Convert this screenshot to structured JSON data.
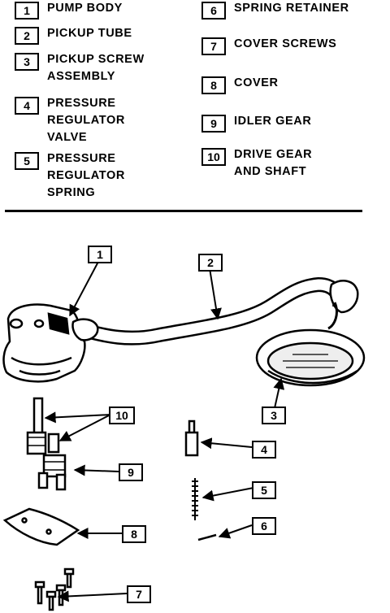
{
  "legend": [
    {
      "num": "1",
      "label": "PUMP BODY"
    },
    {
      "num": "2",
      "label": "PICKUP TUBE"
    },
    {
      "num": "3",
      "label": "PICKUP SCREW\nASSEMBLY"
    },
    {
      "num": "4",
      "label": "PRESSURE\nREGULATOR\nVALVE"
    },
    {
      "num": "5",
      "label": "PRESSURE\nREGULATOR\nSPRING"
    },
    {
      "num": "6",
      "label": "SPRING RETAINER"
    },
    {
      "num": "7",
      "label": "COVER SCREWS"
    },
    {
      "num": "8",
      "label": "COVER"
    },
    {
      "num": "9",
      "label": "IDLER GEAR"
    },
    {
      "num": "10",
      "label": "DRIVE GEAR\nAND SHAFT"
    }
  ],
  "callouts": [
    "1",
    "2",
    "3",
    "4",
    "5",
    "6",
    "7",
    "8",
    "9",
    "10"
  ]
}
